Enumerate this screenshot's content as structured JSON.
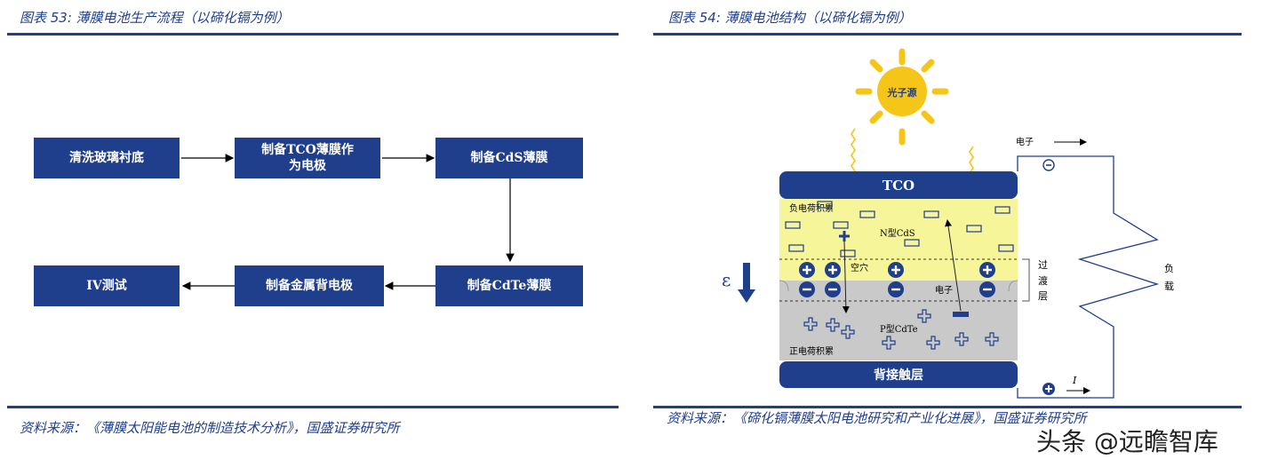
{
  "left": {
    "title": "图表 53:  薄膜电池生产流程（以碲化镉为例）",
    "steps": [
      "清洗玻璃衬底",
      "制备TCO薄膜作为电极",
      "制备CdS薄膜",
      "制备CdTe薄膜",
      "制备金属背电极",
      "IV测试"
    ],
    "source": "资料来源：《薄膜太阳能电池的制造技术分析》，国盛证券研究所"
  },
  "right": {
    "title": "图表 54:  薄膜电池结构（以碲化镉为例）",
    "sun_label": "光子源",
    "tco_label": "TCO",
    "neg_charge_label": "负电荷积累",
    "n_layer_label": "N型CdS",
    "hole_label": "空穴",
    "electron_label": "电子",
    "p_layer_label": "P型CdTe",
    "pos_charge_label": "正电荷积累",
    "back_contact_label": "背接触层",
    "transition_label": "过渡层",
    "load_label": "负载",
    "electron_flow_label": "电子",
    "current_label": "I",
    "field_label": "ε",
    "source": "资料来源：《碲化镉薄膜太阳电池研究和产业化进展》，国盛证券研究所"
  },
  "watermark": "头条 @远瞻智库",
  "colors": {
    "brand": "#1f3e8c",
    "n_layer": "#f7f59a",
    "p_layer": "#c9c9c9",
    "sun": "#f5c518"
  }
}
